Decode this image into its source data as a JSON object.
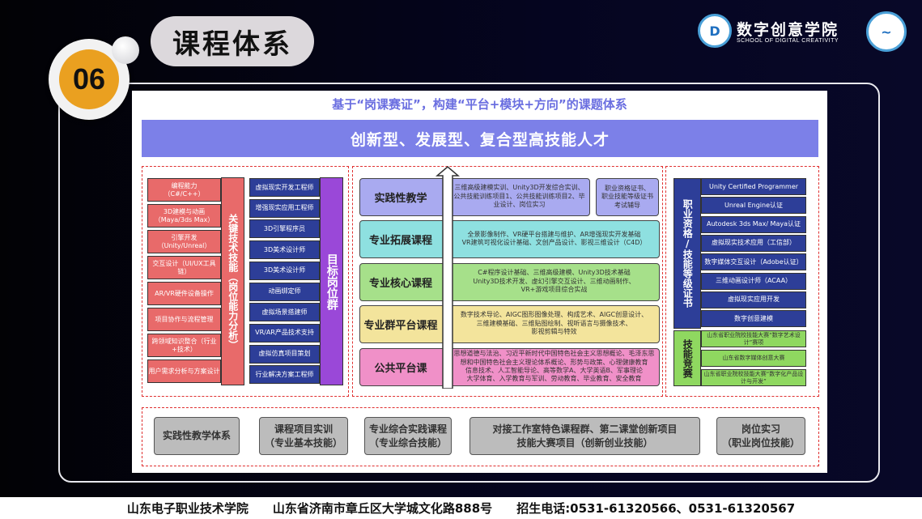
{
  "header": {
    "section_number": "06",
    "title": "课程体系",
    "school_name": "数字创意学院",
    "school_en": "SCHOOL OF DIGITAL CREATIVITY"
  },
  "subtitle": "基于“岗课赛证”，构建“平台+模块+方向”的课题体系",
  "banner": "创新型、发展型、复合型高技能人才",
  "left": {
    "skills_label": "关键技术技能（岗位能力分析）",
    "skills": [
      "编程能力\n（C#/C++）",
      "3D建模与动画\n（Maya/3ds Max）",
      "引擎开发\n（Unity/Unreal）",
      "交互设计（UI/UX工具链）",
      "AR/VR硬件设备操作",
      "项目协作与流程管理",
      "跨领域知识整合（行业+技术）",
      "用户需求分析与方案设计"
    ],
    "jobs_label": "目标岗位群",
    "jobs": [
      "虚拟现实开发工程师",
      "增强现实应用工程师",
      "3D引擎程序员",
      "3D美术设计师",
      "3D美术设计师",
      "动画绑定师",
      "虚拟场景搭建师",
      "VR/AR产品技术支持",
      "虚拟仿真项目策划",
      "行业解决方案工程师"
    ]
  },
  "middle": {
    "rows": [
      {
        "label": "实践性教学",
        "text": "三维高级建模实训、Unity3D开发综合实训、公共技能训练项目1、公共技能训练项目2、毕业设计、岗位实习",
        "color": "#a9aaf0"
      },
      {
        "label": "专业拓展课程",
        "text": "全景影像制作、VR硬平台搭建与维护、AR增强现实开发基础\nVR建筑可视化设计基础、文创产品设计、影视三维设计（C4D）",
        "color": "#8ee0e0"
      },
      {
        "label": "专业核心课程",
        "text": "C#程序设计基础、三维高级建模、Unity3D技术基础\nUnity3D技术开发、虚幻引擎交互设计、三维动画制作、\nVR+游戏项目综合实战",
        "color": "#a6e08a"
      },
      {
        "label": "专业群平台课程",
        "text": "数字技术导论、AIGC图形图像处理、构成艺术、AIGC创意设计、\n三维建模基础、三维贴图绘制、视听语言与摄像技术、\n影视剪辑与特效",
        "color": "#f3e49c"
      },
      {
        "label": "公共平台课",
        "text": "思想道德与法治、习近平新时代中国特色社会主义思想概论、毛泽东思想和中国特色社会主义理论体系概论、形势与政策、心理健康教育\n信息技术、人工智能导论、高等数学A、大学英语B、军事理论\n大学体育、入学教育与军训、劳动教育、毕业教育、安全教育",
        "color": "#f090c8"
      }
    ],
    "cert_box": "职业资格证书、\n职业技能等级证书\n考试辅导"
  },
  "right": {
    "cert_label": "职业资格/技能等级证书",
    "certs": [
      "Unity Certified Programmer",
      "Unreal Engine认证",
      "Autodesk 3ds Max/ Maya认证",
      "虚拟现实技术应用（工信部）",
      "数字媒体交互设计（Adobe认证）",
      "三维动画设计师（ACAA）",
      "虚拟现实应用开发",
      "数字创意建模"
    ],
    "comp_label": "技能竞赛",
    "comps": [
      "山东省职业院校技能大赛“数字艺术设计”赛项",
      "山东省数字媒体创意大赛",
      "山东省职业院校技能大赛“数字化产品设计与开发”"
    ]
  },
  "bottom": [
    "实践性教学体系",
    "课程项目实训\n（专业基本技能）",
    "专业综合实践课程\n（专业综合技能）",
    "对接工作室特色课程群、第二课堂创新项目\n技能大赛项目（创新创业技能）",
    "岗位实习\n（职业岗位技能）"
  ],
  "footer": {
    "school": "山东电子职业技术学院",
    "address": "山东省济南市章丘区大学城文化路888号",
    "phone": "招生电话:0531-61320566、0531-61320567"
  }
}
